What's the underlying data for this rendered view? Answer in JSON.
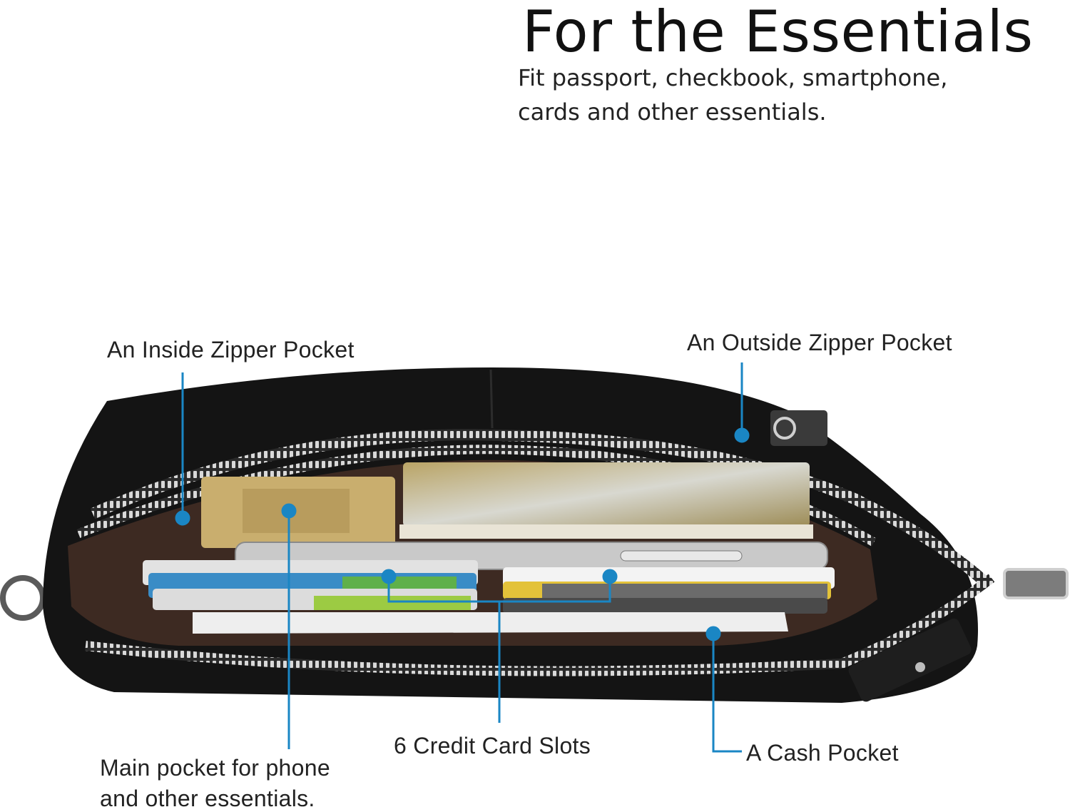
{
  "heading": {
    "title": "For the Essentials",
    "line1": "Fit passport, checkbook, smartphone,",
    "line2": "cards and other essentials."
  },
  "callouts": {
    "inside_zipper": "An Inside Zipper Pocket",
    "outside_zipper": "An Outside Zipper Pocket",
    "main_pocket_line1": "Main pocket for phone",
    "main_pocket_line2": "and other essentials.",
    "card_slots": "6 Credit Card Slots",
    "cash_pocket": "A Cash Pocket"
  },
  "colors": {
    "accent": "#1a86c4",
    "leather": "#141414",
    "lining": "#3d2a22"
  }
}
